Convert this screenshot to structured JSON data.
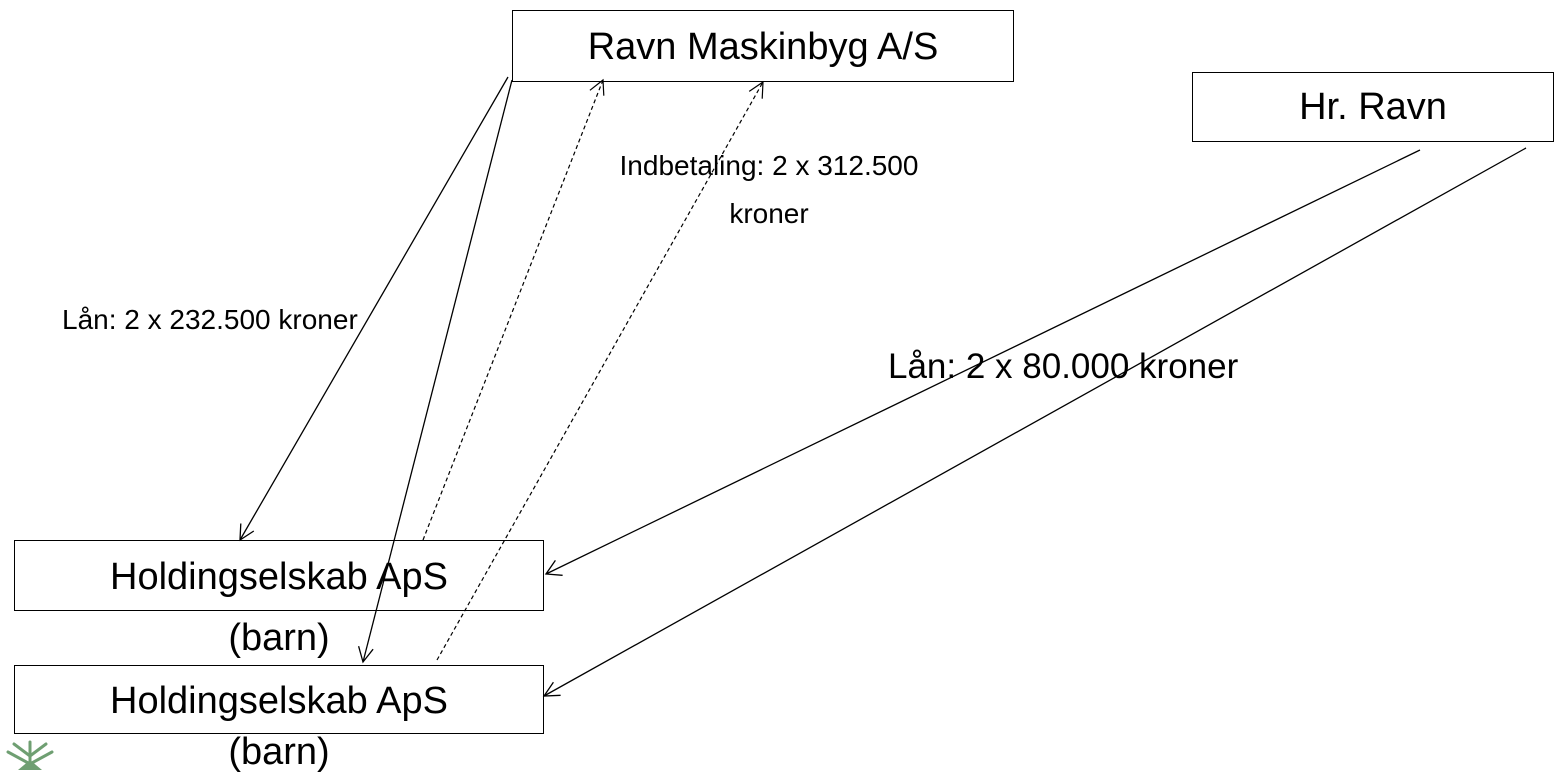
{
  "nodes": {
    "parent_company": "Ravn Maskinbyg A/S",
    "owner": "Hr. Ravn",
    "holding_1": {
      "name": "Holdingselskab ApS",
      "note": "(barn)"
    },
    "holding_2": {
      "name": "Holdingselskab ApS",
      "note": "(barn)"
    }
  },
  "edges": {
    "loan_from_company": "Lån: 2 x 232.500 kroner",
    "payment_to_company": {
      "line1": "Indbetaling: 2 x 312.500",
      "line2": "kroner"
    },
    "loan_from_owner": "Lån: 2 x 80.000 kroner"
  },
  "colors": {
    "stroke": "#000000",
    "logo": "#6f9f72"
  },
  "icons": {
    "corner_logo": "tree-logo-icon"
  }
}
